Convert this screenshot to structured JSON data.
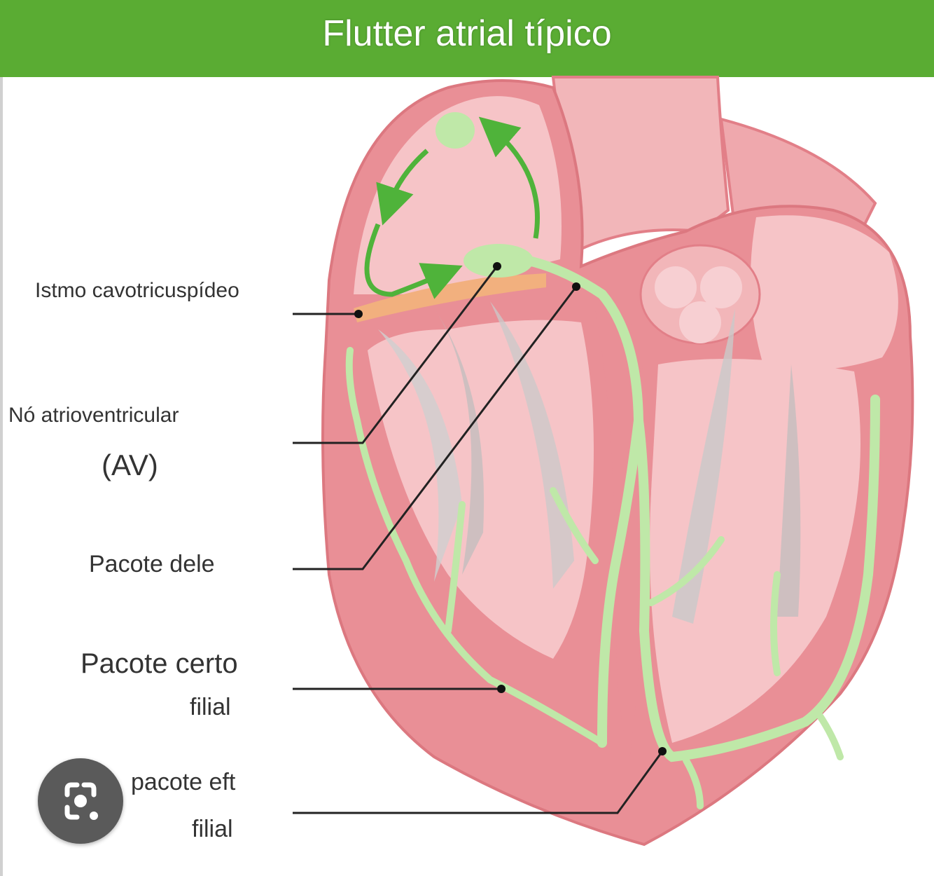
{
  "title": "Flutter atrial típico",
  "labels": {
    "istmo": "Istmo cavotricuspídeo",
    "no_av": "Nó atrioventricular",
    "av": "(AV)",
    "pacote_dele": "Pacote dele",
    "pacote_certo": "Pacote certo",
    "filial_1": "filial",
    "pacote_eft": "pacote eft",
    "filial_2": "filial"
  },
  "colors": {
    "header_green": "#5aac33",
    "conduction_green": "#bfe8a8",
    "arrow_green": "#4fb33a",
    "myocardium": "#e98f96",
    "chamber": "#f6c4c7",
    "isthmus": "#f2b07e"
  },
  "icons": {
    "lens": "image-search-icon"
  }
}
